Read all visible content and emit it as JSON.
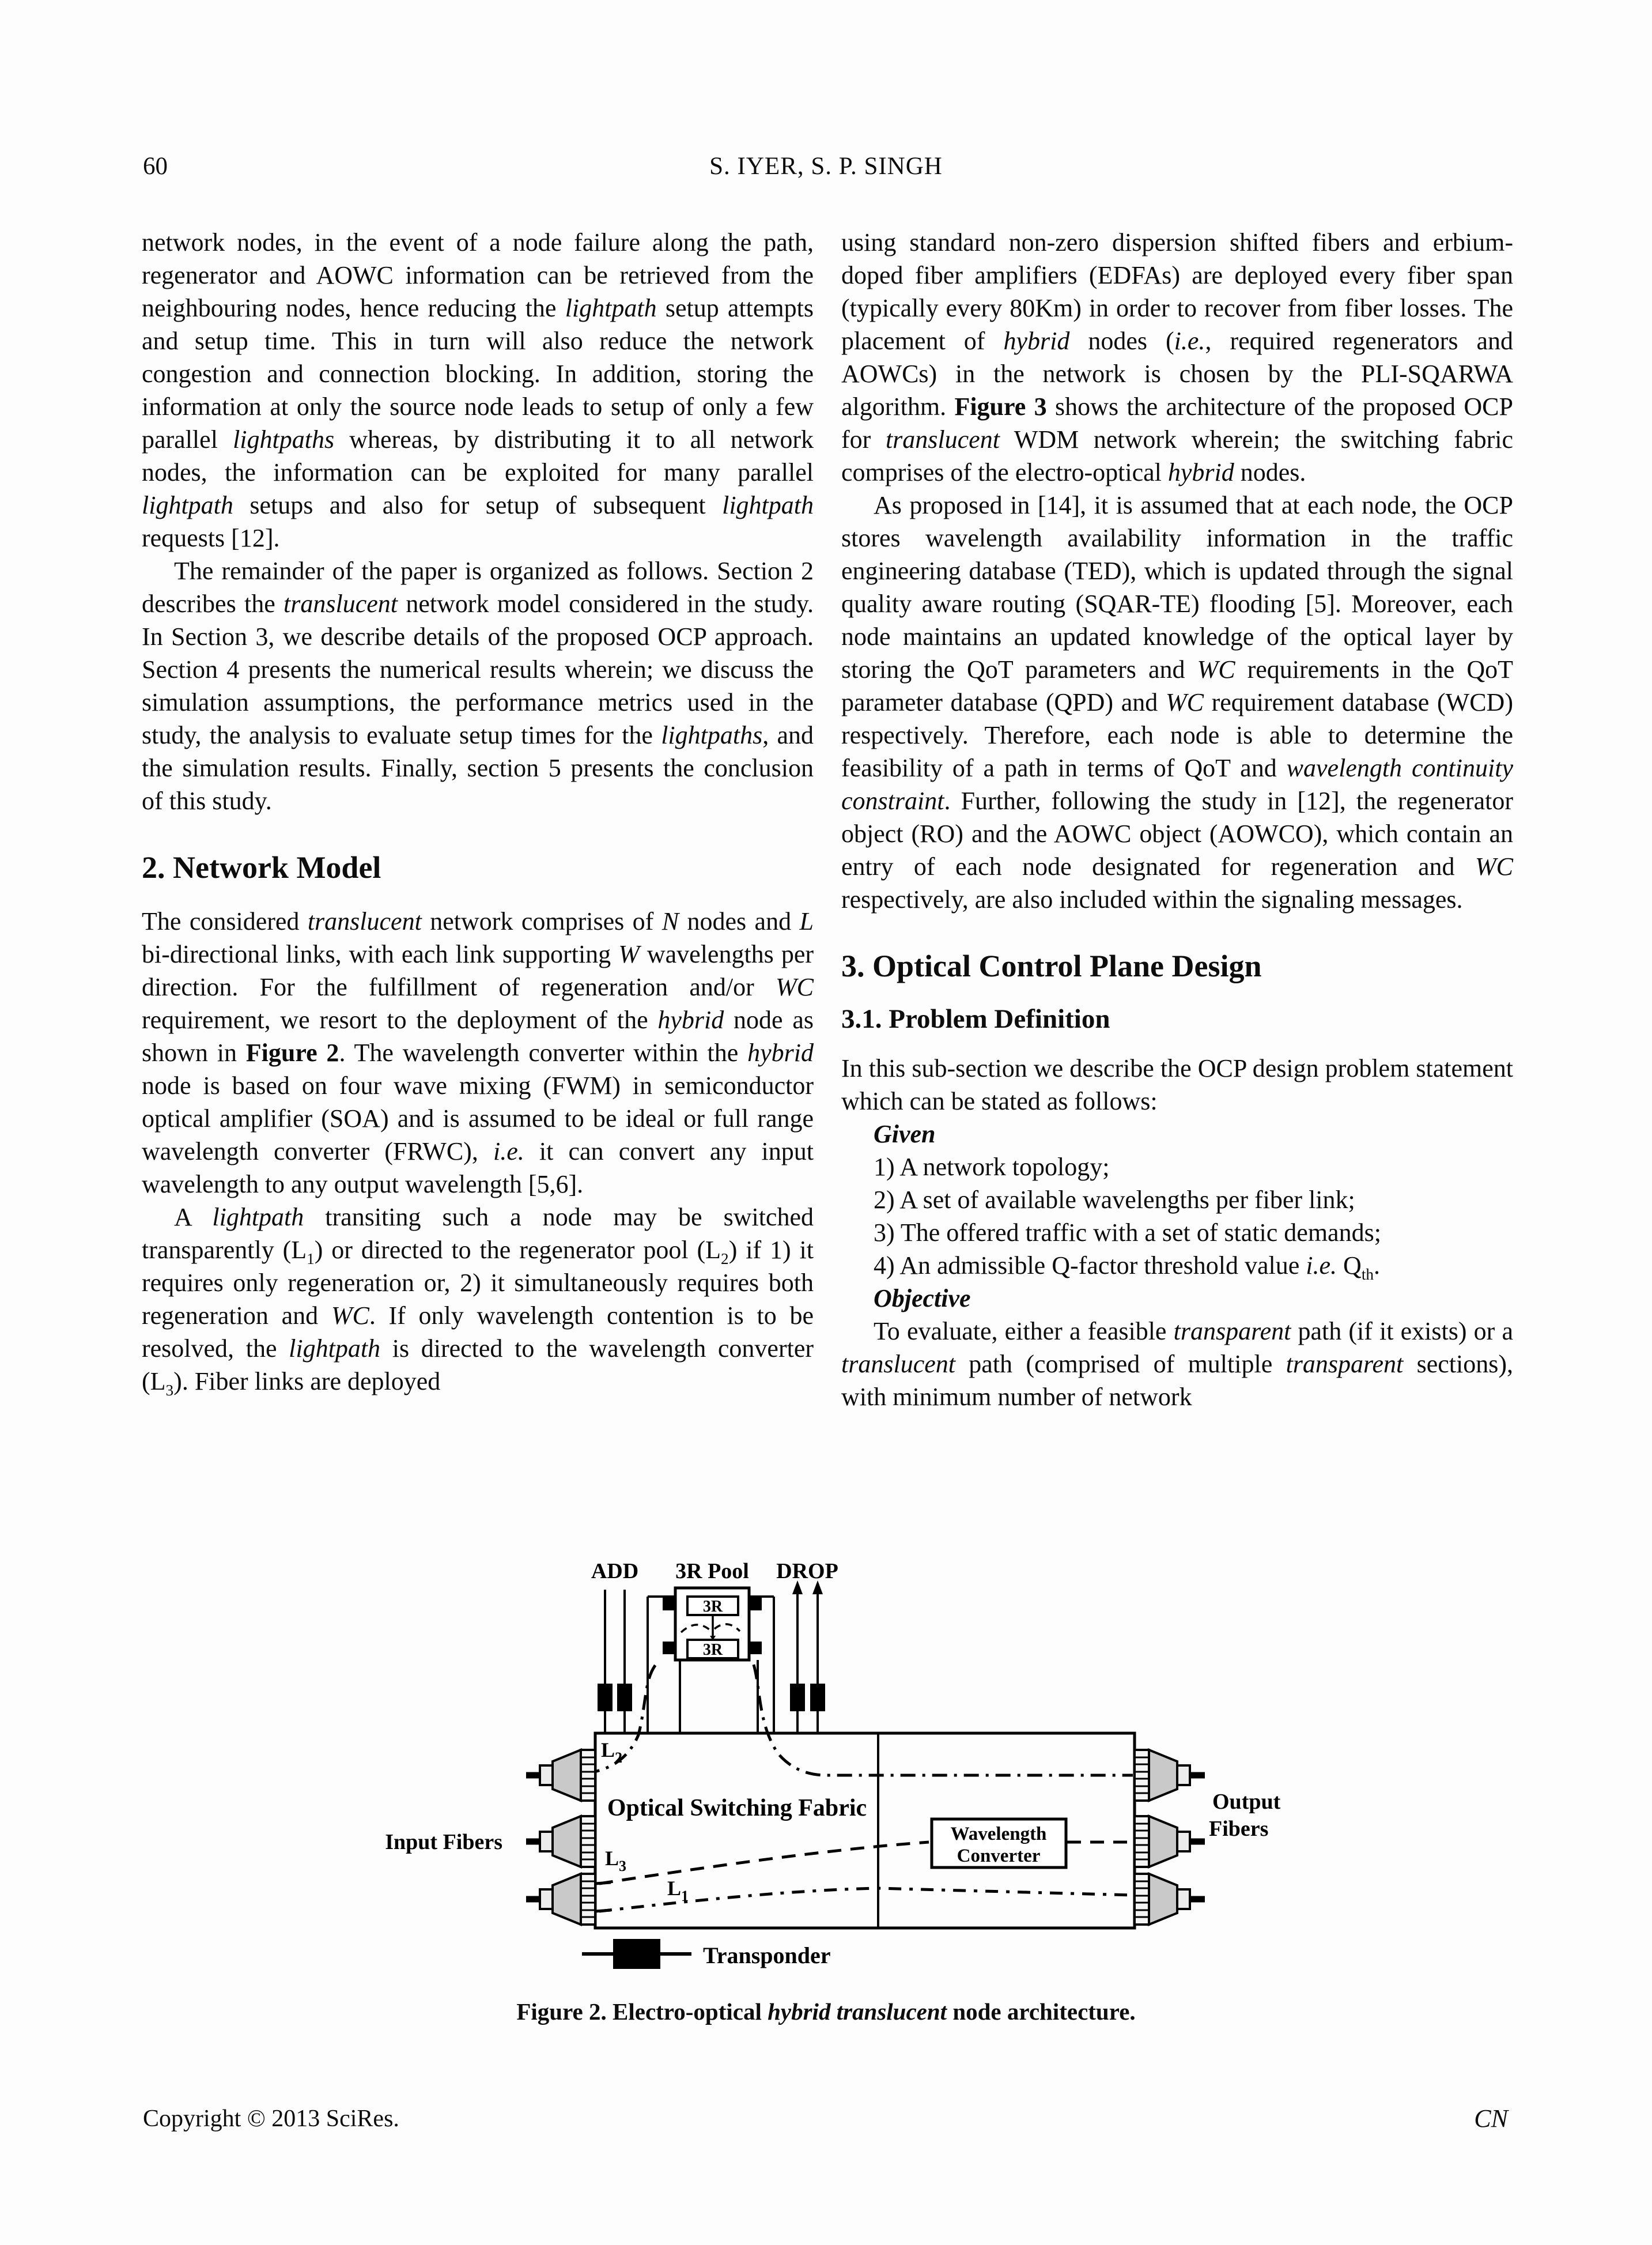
{
  "page": {
    "header": {
      "page_number": "60",
      "authors": "S. IYER, S. P. SINGH"
    },
    "footer": {
      "copyright": "Copyright © 2013 SciRes.",
      "journal_abbrev": "CN"
    }
  },
  "colors": {
    "paper": "#fdfdfd",
    "ink": "#000000",
    "connector_gray": "#c9c9c9"
  },
  "columns": {
    "left": {
      "blocks": [
        {
          "type": "p",
          "name": "paragraph",
          "indent": false,
          "segs": [
            {
              "t": "network nodes, in the event of a node failure along the path, regenerator and AOWC information can be retrieved from the neighbouring nodes, hence reducing the "
            },
            {
              "t": "lightpath",
              "i": true
            },
            {
              "t": " setup attempts and setup time. This in turn will also reduce the network congestion and connection blocking. In addition, storing the information at only the source node leads to setup of only a few parallel "
            },
            {
              "t": "lightpaths",
              "i": true
            },
            {
              "t": " whereas, by distributing it to all network nodes, the information can be exploited for many parallel "
            },
            {
              "t": "lightpath",
              "i": true
            },
            {
              "t": " setups and also for setup of subsequent "
            },
            {
              "t": "lightpath",
              "i": true
            },
            {
              "t": " requests [12]."
            }
          ]
        },
        {
          "type": "p",
          "name": "paragraph",
          "indent": true,
          "segs": [
            {
              "t": "The remainder of the paper is organized as follows. Section 2 describes the "
            },
            {
              "t": "translucent",
              "i": true
            },
            {
              "t": " network model considered in the study. In Section 3, we describe details of the proposed OCP approach. Section 4 presents the numerical results wherein; we discuss the simulation assumptions, the performance metrics used in the study, the analysis to evaluate setup times for the "
            },
            {
              "t": "lightpaths",
              "i": true
            },
            {
              "t": ", and the simulation results. Finally, section 5 presents the conclusion of this study."
            }
          ]
        },
        {
          "type": "h2",
          "name": "heading-network-model",
          "segs": [
            {
              "t": "2. Network Model"
            }
          ]
        },
        {
          "type": "p",
          "name": "paragraph",
          "indent": false,
          "segs": [
            {
              "t": "The considered "
            },
            {
              "t": "translucent",
              "i": true
            },
            {
              "t": " network comprises of "
            },
            {
              "t": "N",
              "i": true
            },
            {
              "t": " nodes and "
            },
            {
              "t": "L",
              "i": true
            },
            {
              "t": " bi-directional links, with each link supporting "
            },
            {
              "t": "W",
              "i": true
            },
            {
              "t": " wavelengths per direction. For the fulfillment of regeneration and/or "
            },
            {
              "t": "WC",
              "i": true
            },
            {
              "t": " requirement, we resort to the deployment of the "
            },
            {
              "t": "hybrid",
              "i": true
            },
            {
              "t": " node as shown in "
            },
            {
              "t": "Figure 2",
              "b": true
            },
            {
              "t": ". The wavelength converter within the "
            },
            {
              "t": "hybrid",
              "i": true
            },
            {
              "t": " node is based on four wave mixing (FWM) in semiconductor optical amplifier (SOA) and is assumed to be ideal or full range wavelength converter (FRWC), "
            },
            {
              "t": "i.e.",
              "i": true
            },
            {
              "t": " it can convert any input wavelength to any output wavelength [5,6]."
            }
          ]
        },
        {
          "type": "p",
          "name": "paragraph",
          "indent": true,
          "segs": [
            {
              "t": "A "
            },
            {
              "t": "lightpath",
              "i": true
            },
            {
              "t": " transiting such a node may be switched transparently (L"
            },
            {
              "t": "1",
              "sub": true
            },
            {
              "t": ") or directed to the regenerator pool (L"
            },
            {
              "t": "2",
              "sub": true
            },
            {
              "t": ") if 1) it requires only regeneration or, 2) it simultaneously requires both regeneration and "
            },
            {
              "t": "WC",
              "i": true
            },
            {
              "t": ". If only wavelength contention is to be resolved, the "
            },
            {
              "t": "lightpath",
              "i": true
            },
            {
              "t": " is directed to the wavelength converter (L"
            },
            {
              "t": "3",
              "sub": true
            },
            {
              "t": "). Fiber links are deployed"
            }
          ]
        }
      ]
    },
    "right": {
      "blocks": [
        {
          "type": "p",
          "name": "paragraph",
          "indent": false,
          "segs": [
            {
              "t": "using standard non-zero dispersion shifted fibers and erbium-doped fiber amplifiers (EDFAs) are deployed every fiber span (typically every 80Km) in order to recover from fiber losses. The placement of "
            },
            {
              "t": "hybrid",
              "i": true
            },
            {
              "t": " nodes ("
            },
            {
              "t": "i.e.",
              "i": true
            },
            {
              "t": ", required regenerators and AOWCs) in the network is chosen by the PLI-SQARWA algorithm. "
            },
            {
              "t": "Figure 3",
              "b": true
            },
            {
              "t": " shows the architecture of the proposed OCP for "
            },
            {
              "t": "translucent",
              "i": true
            },
            {
              "t": " WDM network wherein; the switching fabric comprises of the electro-optical "
            },
            {
              "t": "hybrid",
              "i": true
            },
            {
              "t": " nodes."
            }
          ]
        },
        {
          "type": "p",
          "name": "paragraph",
          "indent": true,
          "segs": [
            {
              "t": "As proposed in [14], it is assumed that at each node, the OCP stores wavelength availability information in the traffic engineering database (TED), which is updated through the signal quality aware routing (SQAR-TE) flooding [5]. Moreover, each node maintains an updated knowledge of the optical layer by storing the QoT parameters and "
            },
            {
              "t": "WC",
              "i": true
            },
            {
              "t": " requirements in the QoT parameter database (QPD) and "
            },
            {
              "t": "WC",
              "i": true
            },
            {
              "t": " requirement database (WCD) respectively. Therefore, each node is able to determine the feasibility of a path in terms of QoT and "
            },
            {
              "t": "wavelength continuity constraint",
              "i": true
            },
            {
              "t": ". Further, following the study in [12], the regenerator object (RO) and the AOWC object (AOWCO), which contain an entry of each node designated for regeneration and "
            },
            {
              "t": "WC",
              "i": true
            },
            {
              "t": " respectively, are also included within the signaling messages."
            }
          ]
        },
        {
          "type": "h2",
          "name": "heading-ocp-design",
          "segs": [
            {
              "t": "3. Optical Control Plane Design"
            }
          ]
        },
        {
          "type": "h3",
          "name": "heading-problem-definition",
          "segs": [
            {
              "t": "3.1. Problem Definition"
            }
          ]
        },
        {
          "type": "p",
          "name": "paragraph",
          "indent": false,
          "segs": [
            {
              "t": "In this sub-section we describe the OCP design problem statement which can be stated as follows:"
            }
          ]
        },
        {
          "type": "p-item",
          "name": "list-label-given",
          "segs": [
            {
              "t": "Given",
              "b": true,
              "i": true
            }
          ]
        },
        {
          "type": "p-item",
          "name": "list-item-1",
          "segs": [
            {
              "t": "1) A network topology;"
            }
          ]
        },
        {
          "type": "p-item",
          "name": "list-item-2",
          "segs": [
            {
              "t": "2) A set of available wavelengths per fiber link;"
            }
          ]
        },
        {
          "type": "p-item",
          "name": "list-item-3",
          "segs": [
            {
              "t": "3) The offered traffic with a set of static demands;"
            }
          ]
        },
        {
          "type": "p-item",
          "name": "list-item-4",
          "segs": [
            {
              "t": "4) An admissible Q-factor threshold value "
            },
            {
              "t": "i.e.",
              "i": true
            },
            {
              "t": " Q"
            },
            {
              "t": "th",
              "sub": true
            },
            {
              "t": "."
            }
          ]
        },
        {
          "type": "p-item",
          "name": "list-label-objective",
          "segs": [
            {
              "t": "Objective",
              "b": true,
              "i": true
            }
          ]
        },
        {
          "type": "p",
          "name": "paragraph",
          "indent": true,
          "segs": [
            {
              "t": "To evaluate, either a feasible "
            },
            {
              "t": "transparent",
              "i": true
            },
            {
              "t": " path (if it exists) or a "
            },
            {
              "t": "translucent",
              "i": true
            },
            {
              "t": " path (comprised of multiple "
            },
            {
              "t": "transparent",
              "i": true
            },
            {
              "t": " sections), with minimum number of network"
            }
          ]
        }
      ]
    }
  },
  "figure": {
    "labels": {
      "add": "ADD",
      "pool": "3R Pool",
      "drop": "DROP",
      "regen": "3R",
      "fabric": "Optical Switching Fabric",
      "wavelength": "Wavelength",
      "converter": "Converter",
      "input_fibers": "Input Fibers",
      "output": "Output",
      "fibers": "Fibers",
      "transponder": "Transponder",
      "l_base": "L",
      "l1_sub": "1",
      "l2_sub": "2",
      "l3_sub": "3"
    },
    "caption": [
      {
        "t": "Figure 2. Electro-optical ",
        "b": true
      },
      {
        "t": "hybrid translucent",
        "b": true,
        "i": true
      },
      {
        "t": " node architecture.",
        "b": true
      }
    ]
  }
}
